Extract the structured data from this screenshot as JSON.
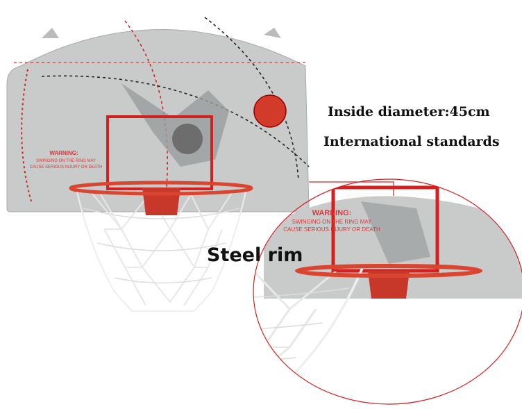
{
  "captions": {
    "diameter": "Inside diameter:45cm",
    "standards": "International standards",
    "rim": "Steel rim"
  },
  "board_warning": {
    "title": "WARNING:",
    "line1": "SWINGING ON THE RING MAY",
    "line2": "CAUSE SERIOUS INJURY OR DEATH"
  },
  "colors": {
    "board": "#c9cbcb",
    "rim": "#d9452e",
    "accent_line": "#d62020",
    "net": "#f2f2f2"
  }
}
